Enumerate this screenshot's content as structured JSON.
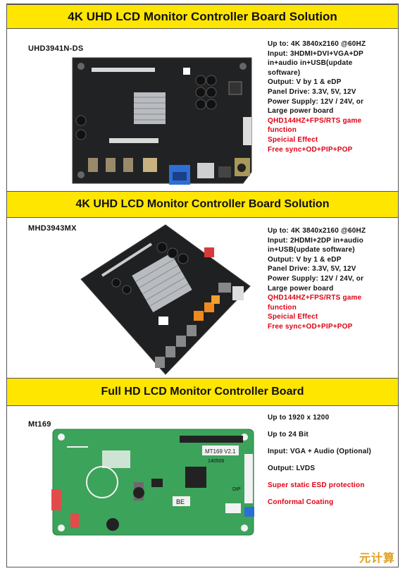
{
  "sections": [
    {
      "title": "4K UHD LCD Monitor Controller  Board Solution",
      "model": "UHD3941N-DS",
      "specs": [
        {
          "text": "Up to: 4K 3840x2160 @60HZ",
          "red": false
        },
        {
          "text": "Input: 3HDMI+DVI+VGA+DP",
          "red": false
        },
        {
          "text": "in+audio in+USB(update",
          "red": false
        },
        {
          "text": "software)",
          "red": false
        },
        {
          "text": "Output: V by 1 & eDP",
          "red": false
        },
        {
          "text": "Panel Drive: 3.3V, 5V, 12V",
          "red": false
        },
        {
          "text": "Power Supply: 12V / 24V, or",
          "red": false
        },
        {
          "text": "Large power board",
          "red": false
        },
        {
          "text": "QHD144HZ+FPS/RTS game",
          "red": true
        },
        {
          "text": "function",
          "red": true
        },
        {
          "text": "Speicial Effect",
          "red": true
        },
        {
          "text": "Free sync+OD+PIP+POP",
          "red": true
        }
      ]
    },
    {
      "title": "4K UHD LCD Monitor Controller  Board Solution",
      "model": "MHD3943MX",
      "specs": [
        {
          "text": "Up to: 4K 3840x2160 @60HZ",
          "red": false
        },
        {
          "text": "Input: 2HDMI+2DP in+audio",
          "red": false
        },
        {
          "text": "in+USB(update software)",
          "red": false
        },
        {
          "text": "Output: V by 1 & eDP",
          "red": false
        },
        {
          "text": "Panel Drive: 3.3V, 5V, 12V",
          "red": false
        },
        {
          "text": "Power Supply: 12V / 24V, or",
          "red": false
        },
        {
          "text": "Large power board",
          "red": false
        },
        {
          "text": "QHD144HZ+FPS/RTS game",
          "red": true
        },
        {
          "text": "function",
          "red": true
        },
        {
          "text": "Speicial Effect",
          "red": true
        },
        {
          "text": "Free sync+OD+PIP+POP",
          "red": true
        }
      ]
    },
    {
      "title": "Full HD LCD Monitor Controller Board",
      "model": "Mt169",
      "specs": [
        {
          "text": "Up to 1920 x 1200",
          "red": false
        },
        {
          "text": "Up to 24 Bit",
          "red": false
        },
        {
          "text": "Input: VGA + Audio (Optional)",
          "red": false
        },
        {
          "text": "Output: LVDS",
          "red": false
        },
        {
          "text": "Super static ESD protection",
          "red": true
        },
        {
          "text": "Conformal Coating",
          "red": true
        }
      ]
    }
  ],
  "board3_labels": {
    "chip": "MT169  V2.1",
    "code": "140506",
    "be": "BE",
    "dip": "DIP"
  },
  "watermark": "元计算"
}
